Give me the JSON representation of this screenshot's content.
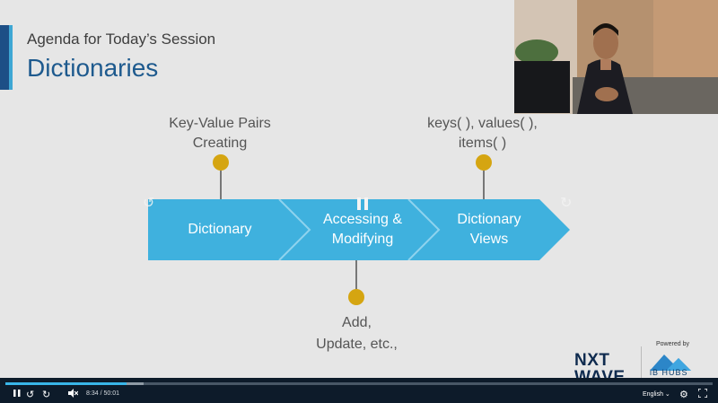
{
  "slide": {
    "subtitle": "Agenda for Today’s Session",
    "title": "Dictionaries",
    "top_labels": [
      [
        "Key-Value Pairs",
        "Creating"
      ],
      [
        "keys( ), values( ),",
        "items( )"
      ]
    ],
    "bottom_labels": [
      "Add,",
      "Update, etc.,"
    ],
    "segments": [
      [
        "Dictionary"
      ],
      [
        "Accessing &",
        "Modifying"
      ],
      [
        "Dictionary",
        "Views"
      ]
    ],
    "colors": {
      "arrow": "#3fb1de",
      "arrow_divider": "#8fd3ee",
      "dot": "#d5a511",
      "title": "#1e5a8e"
    }
  },
  "overlay": {
    "rewind_icon": "rewind-icon",
    "pause_icon": "pause-icon",
    "forward_icon": "forward-icon"
  },
  "branding": {
    "logo_line1": "NXT",
    "logo_line2": "WAVE",
    "powered_by": "Powered by",
    "hub_name": "iB HUBS"
  },
  "player": {
    "current_time": "8:34",
    "separator": "/",
    "duration": "50:01",
    "progress": 0.171,
    "buffered": 0.195,
    "language": "English",
    "colors": {
      "bar_bg": "#0d1b2a",
      "progress": "#39b5e8"
    }
  }
}
